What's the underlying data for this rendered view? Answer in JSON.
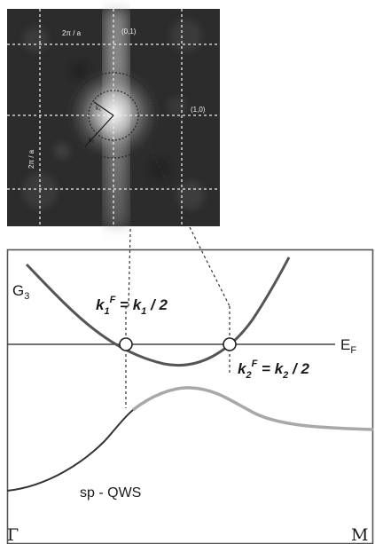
{
  "image_panel": {
    "reciprocal_x": "2π / a",
    "reciprocal_y": "2π / a",
    "spot_01": "(0,1)",
    "spot_10": "(1,0)",
    "vector_1": "k₁",
    "vector_2": "k₂"
  },
  "band_diagram": {
    "g3_label_main": "G",
    "g3_label_sub": "3",
    "fermi_label_main": "E",
    "fermi_label_sub": "F",
    "eq1": {
      "k": "k",
      "sub": "1",
      "sup": "F",
      "rhs_k": "k",
      "rhs_sub": "1",
      "rhs_tail": " / 2"
    },
    "eq2": {
      "k": "k",
      "sub": "2",
      "sup": "F",
      "rhs_k": "k",
      "rhs_sub": "2",
      "rhs_tail": " / 2"
    },
    "qws_label": "sp - QWS",
    "gamma_label": "Γ",
    "m_label": "M"
  },
  "colors": {
    "upper_band": "#555555",
    "lower_band_dark": "#333333",
    "lower_band_light": "#a8a8a8",
    "frame": "#555555"
  }
}
